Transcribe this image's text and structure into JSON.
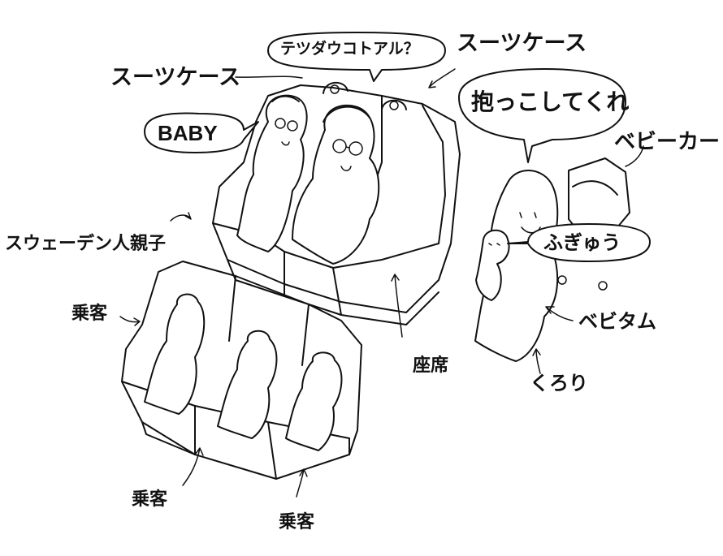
{
  "labels": {
    "suitcase_left": "スーツケース",
    "suitcase_right": "スーツケース",
    "speech_train": "テツダウコトアル？",
    "speech_baby": "BABY",
    "speech_hold": "抱っこしてくれ",
    "speech_fugyu": "ふぎゅう",
    "swedish_family": "スウェーデン人親子",
    "stroller": "ベビーカー",
    "passenger_left": "乗客",
    "passenger_bottom_left": "乗客",
    "passenger_bottom_right": "乗客",
    "seat": "座席",
    "bebitamu": "ベビタム",
    "kurori": "くろり"
  }
}
